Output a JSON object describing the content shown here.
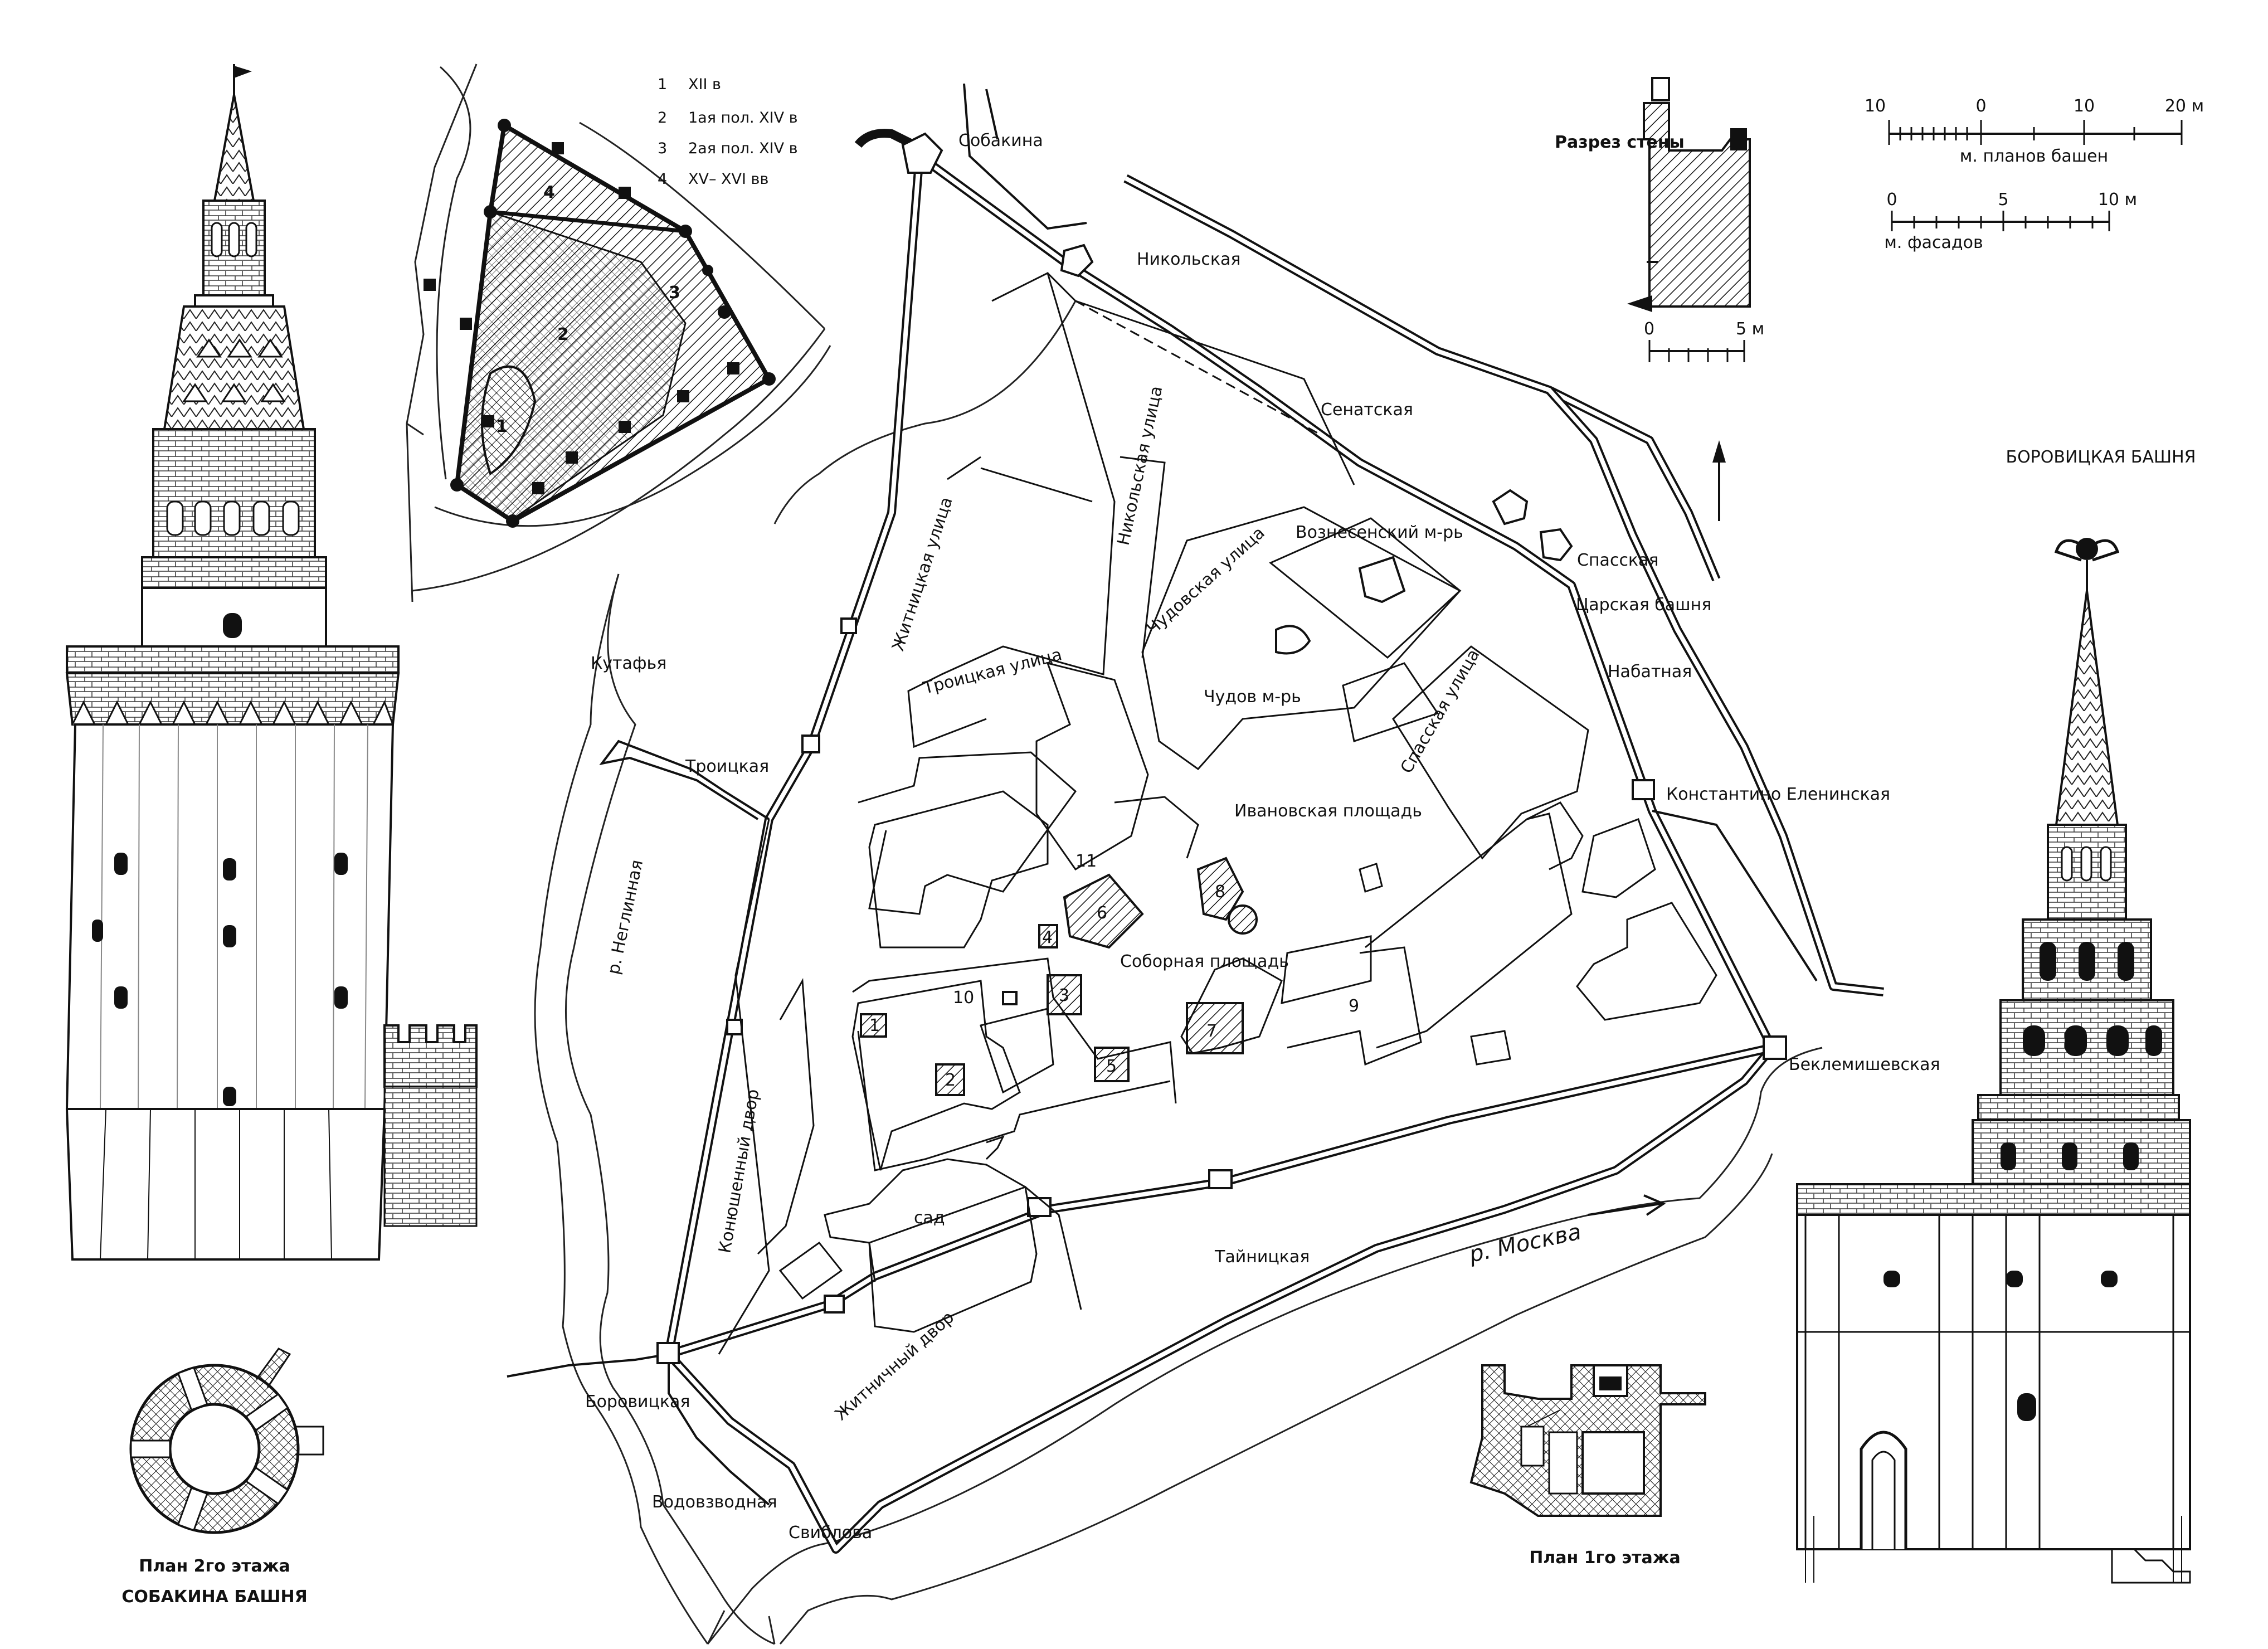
{
  "legend": {
    "items": [
      {
        "num": "1",
        "text": "XII в"
      },
      {
        "num": "2",
        "text": "1ая пол. XIV в"
      },
      {
        "num": "3",
        "text": "2ая пол. XIV в"
      },
      {
        "num": "4",
        "text": "XV– XVI вв"
      }
    ]
  },
  "scales": {
    "plans": {
      "ticks": [
        "10",
        "0",
        "10",
        "20 м"
      ],
      "caption": "м. планов башен"
    },
    "facades": {
      "ticks": [
        "0",
        "5",
        "10 м"
      ],
      "caption": "м. фасадов"
    },
    "section": {
      "ticks": [
        "0",
        "5 м"
      ]
    }
  },
  "section_title": "Разрез стены",
  "north_arrow": "↑",
  "towers": {
    "sobakina": "Собакина",
    "nikolskaya": "Никольская",
    "senatskaya": "Сенатская",
    "spasskaya": "Спасская",
    "tsarskaya": "Царская башня",
    "nabatnaya": "Набатная",
    "konstantino": "Константино Еленинская",
    "beklemishevskaya": "Беклемишевская",
    "taynitskaya": "Тайницкая",
    "sviblova": "Свиблова",
    "vodovzvodnaya": "Водовзводная",
    "borovitskaya": "Боровицкая",
    "troitskaya": "Троицкая",
    "kutafya": "Кутафья"
  },
  "streets": {
    "zhitnitskaya": "Житницкая улица",
    "nikolskaya": "Никольская улица",
    "chudovskaya": "Чудовская улица",
    "spasskaya": "Спасская улица",
    "troitskaya": "Троицкая улица"
  },
  "places": {
    "voznesensky": "Вознесенский м-рь",
    "chudov": "Чудов м-рь",
    "ivanovskaya": "Ивановская площадь",
    "sobornaya": "Соборная площадь",
    "sad": "сад",
    "konyushenny": "Конюшенный двор",
    "zhitnichny": "Житничный двор",
    "neglinnaya": "р. Неглинная",
    "moskva": "р. Москва"
  },
  "building_numbers": [
    "1",
    "2",
    "3",
    "4",
    "5",
    "6",
    "7",
    "8",
    "9",
    "10",
    "11"
  ],
  "captions": {
    "sobakina_plan": "План 2го этажа",
    "sobakina_title": "СОБАКИНА БАШНЯ",
    "ground_plan": "План 1го этажа",
    "borovitskaya_title": "БОРОВИЦКАЯ БАШНЯ"
  }
}
